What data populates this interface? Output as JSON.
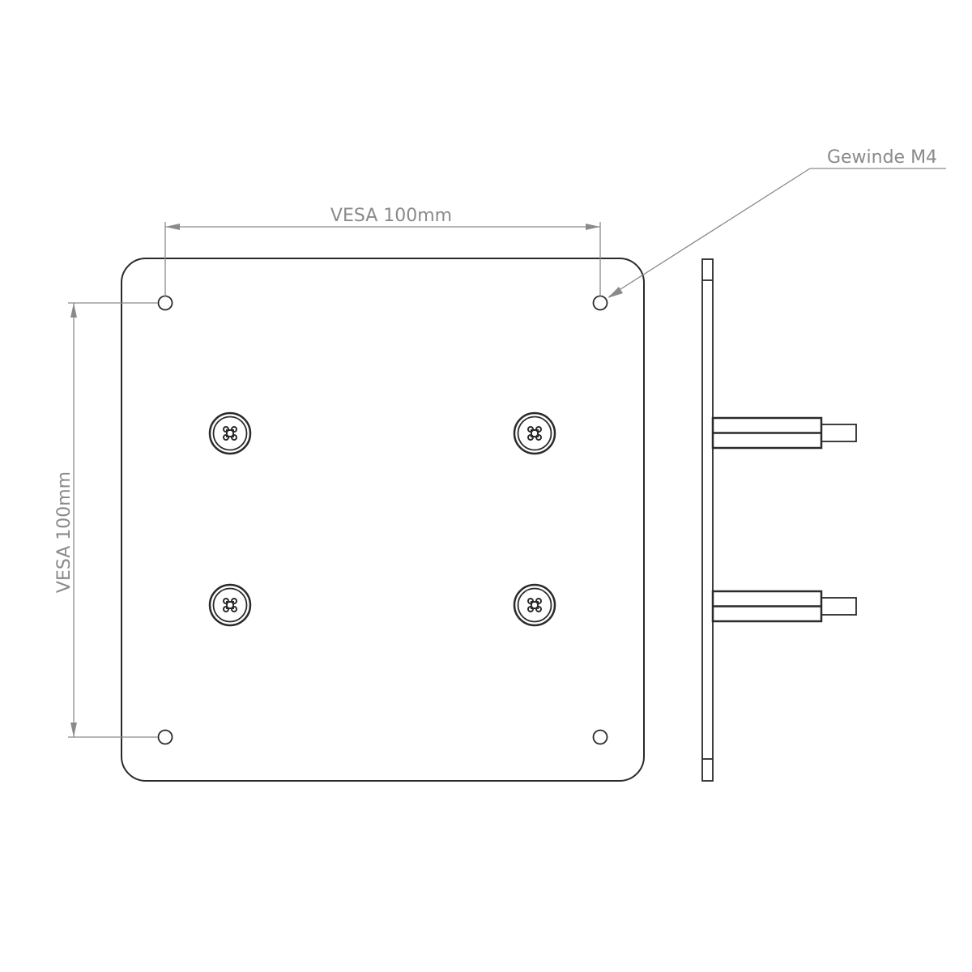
{
  "diagram": {
    "type": "technical-drawing",
    "subject": "VESA adapter plate",
    "dimensions": {
      "horizontal_label": "VESA 100mm",
      "vertical_label": "VESA 100mm"
    },
    "callout": {
      "label": "Gewinde M4"
    },
    "views": [
      {
        "name": "front-view",
        "mounting_holes": 4,
        "screws": 4
      },
      {
        "name": "side-view",
        "standoffs": 2
      }
    ],
    "colors": {
      "outline": "#2a2a2a",
      "dimension": "#8a8a8a",
      "background": "#ffffff"
    }
  }
}
